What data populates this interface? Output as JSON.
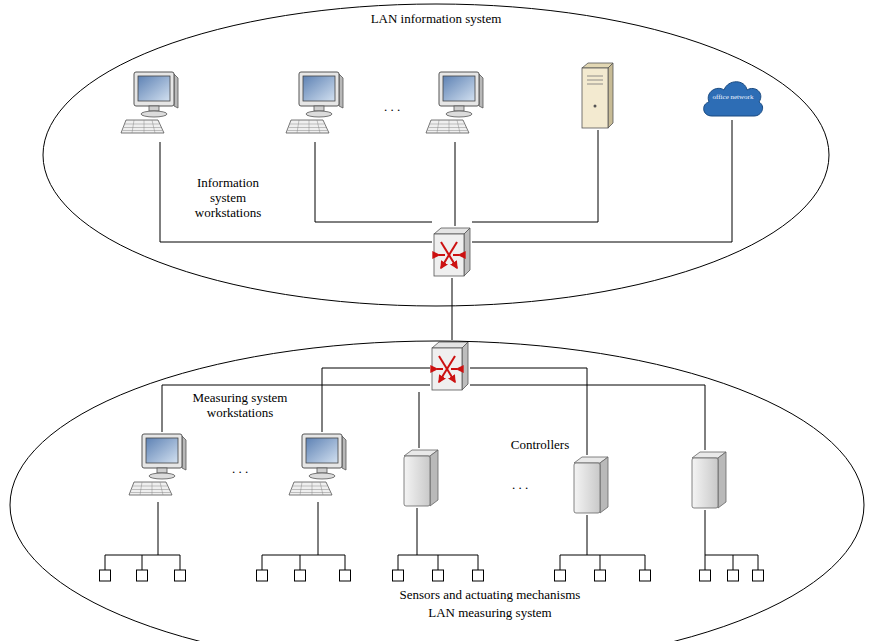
{
  "diagram": {
    "nodes": [
      {
        "text": [
          "LAN information system"
        ]
      },
      {
        "text": [
          "office network"
        ],
        "in": 0
      },
      {
        "text": [
          "LAN measuring system"
        ]
      }
    ],
    "labels": [
      "Information system workstations",
      ". . .",
      "Measuring system workstations",
      ". . .",
      "Controllers",
      ". . .",
      "Sensors and actuating mechanisms"
    ]
  }
}
